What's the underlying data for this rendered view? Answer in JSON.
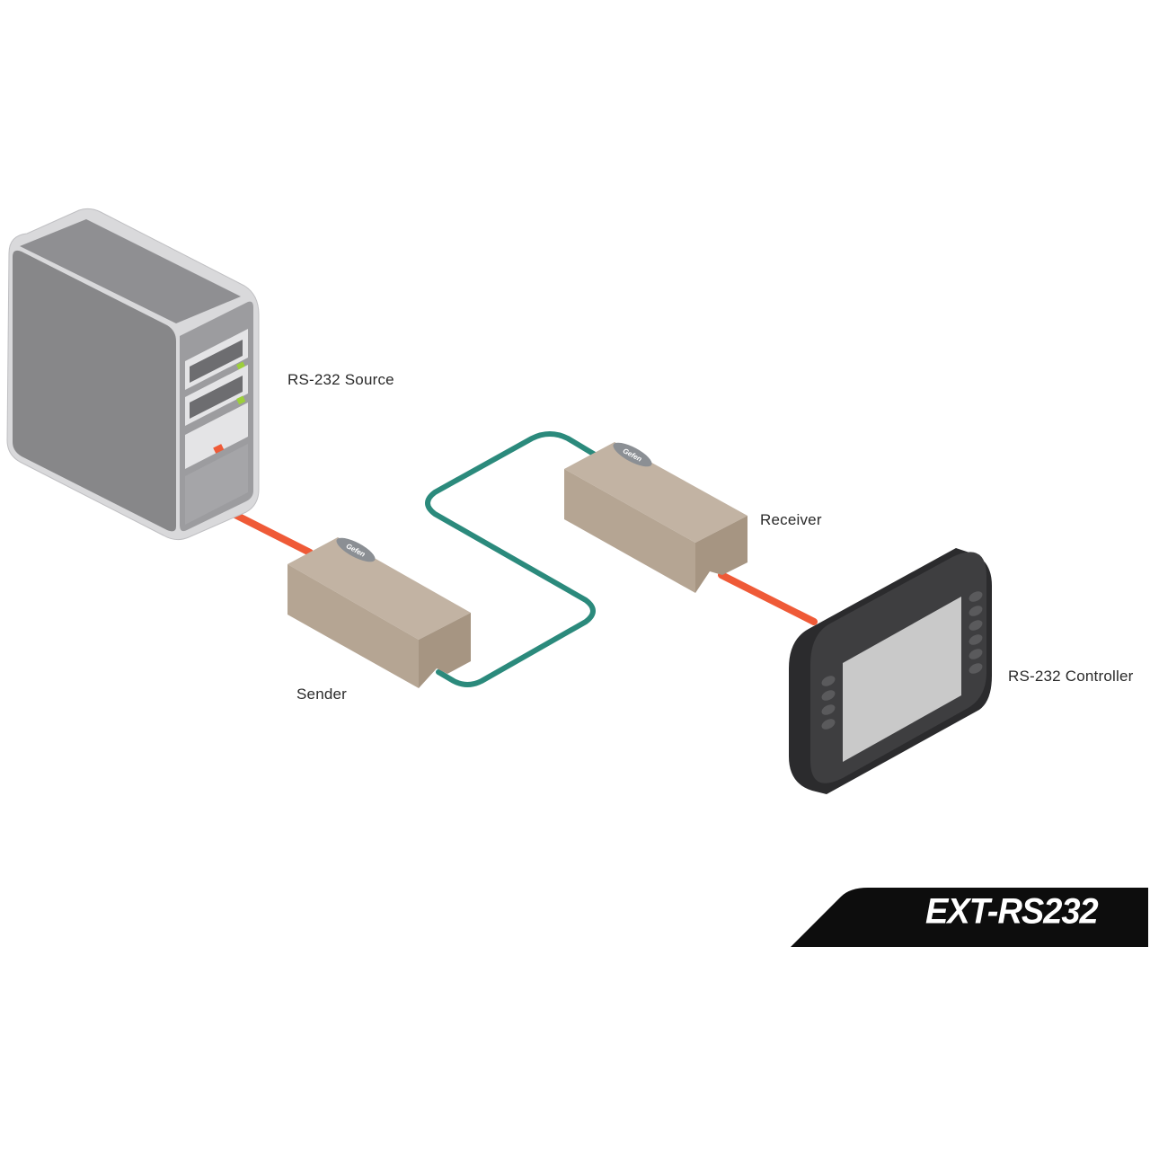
{
  "devices": {
    "source": {
      "label": "RS-232 Source",
      "icon": "computer-tower-icon"
    },
    "sender": {
      "label": "Sender",
      "icon": "extender-box-icon",
      "logo_text": "Gefen"
    },
    "receiver": {
      "label": "Receiver",
      "icon": "extender-box-icon",
      "logo_text": "Gefen"
    },
    "controller": {
      "label": "RS-232 Controller",
      "icon": "touch-panel-icon"
    }
  },
  "cables": {
    "rs232_color": "#ef5a37",
    "link_color": "#2b8a7c"
  },
  "banner": {
    "text": "EXT-RS232"
  },
  "colors": {
    "box_top": "#c2b3a3",
    "box_front": "#b5a593",
    "box_side": "#a69582",
    "tower_front": "#8a8a8c",
    "tower_rim": "#d9d9db",
    "panel_body": "#3a3a3c",
    "panel_screen": "#c9c9c9"
  }
}
